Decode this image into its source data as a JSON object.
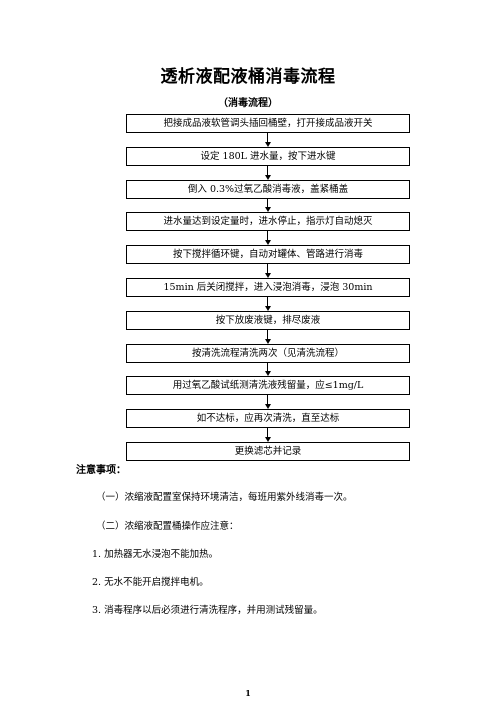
{
  "document": {
    "title": "透析液配液桶消毒流程",
    "subtitle": "（消毒流程）",
    "steps": [
      "把接成品液软管调头插回桶壁，打开接成品液开关",
      "设定 180L 进水量，按下进水键",
      "倒入 0.3%过氧乙酸消毒液，盖紧桶盖",
      "进水量达到设定量时，进水停止，指示灯自动熄灭",
      "按下搅拌循环键，自动对罐体、管路进行消毒",
      "15min 后关闭搅拌，进入浸泡消毒，浸泡 30min",
      "按下放废液键，排尽废液",
      "按清洗流程清洗两次（见清洗流程）",
      "用过氧乙酸试纸测清洗液残留量，应≤1mg/L",
      "如不达标，应再次清洗，直至达标",
      "更换滤芯并记录"
    ],
    "notes_title": "注意事项：",
    "notes": [
      "（一）浓缩液配置室保持环境清洁，每班用紫外线消毒一次。",
      "（二）浓缩液配置桶操作应注意：",
      "1. 加热器无水浸泡不能加热。",
      "2. 无水不能开启搅拌电机。",
      "3. 消毒程序以后必须进行清洗程序，并用测试残留量。"
    ],
    "page_number": "1"
  }
}
